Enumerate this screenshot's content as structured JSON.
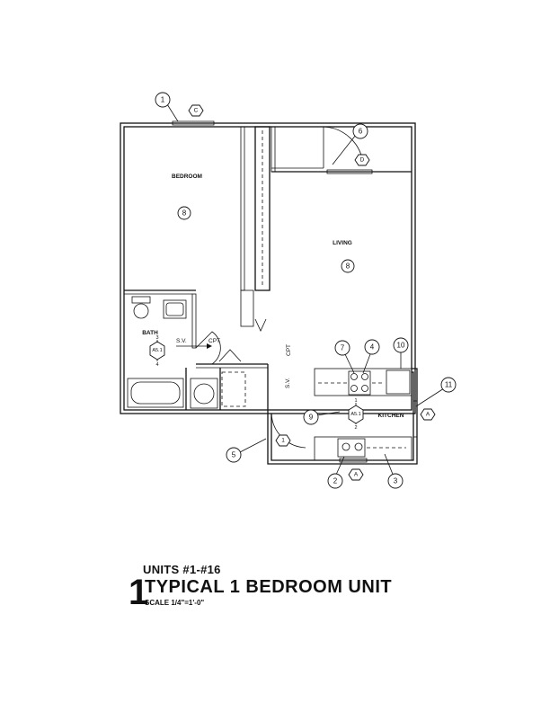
{
  "rooms": {
    "bedroom": "BEDROOM",
    "living": "LIVING",
    "bath": "BATH",
    "kitchen": "KITCHEN"
  },
  "notes": {
    "sv": "S.V.",
    "cpt": "CPT"
  },
  "callouts": {
    "c1": "1",
    "c2": "2",
    "c3": "3",
    "c4": "4",
    "c5": "5",
    "c6": "6",
    "c7": "7",
    "c9": "9",
    "c10": "10",
    "c11": "11",
    "bed_finish": "8",
    "living_finish": "8"
  },
  "hex_tags": {
    "c": "C",
    "d": "D",
    "a_right": "A",
    "a_bottom": "A",
    "one": "1"
  },
  "detail_marks": {
    "bath": {
      "ref": "A5.1",
      "top": "3",
      "bottom": "4"
    },
    "kitchen": {
      "ref": "A5.1",
      "top": "1",
      "bottom": "2"
    }
  },
  "title_block": {
    "units": "UNITS #1-#16",
    "number": "1",
    "title": "TYPICAL 1 BEDROOM UNIT",
    "scale": "SCALE 1/4\"=1'-0\""
  }
}
